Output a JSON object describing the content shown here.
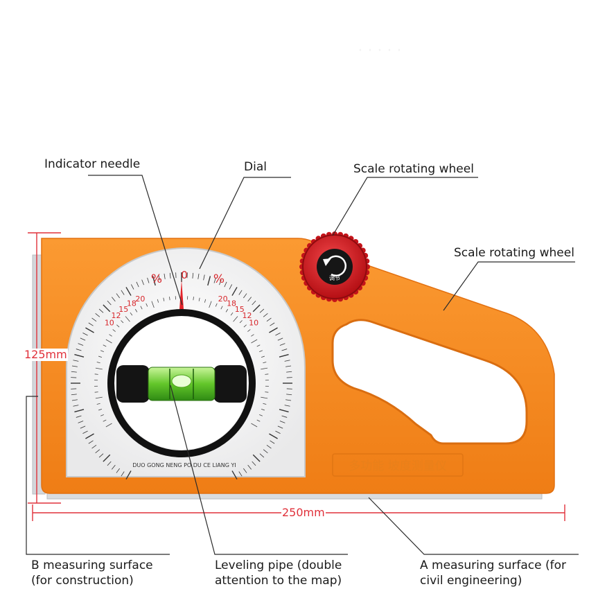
{
  "callouts": {
    "indicator_needle": "Indicator needle",
    "dial": "Dial",
    "scale_wheel_top": "Scale rotating wheel",
    "scale_wheel_right": "Scale rotating wheel",
    "b_surface_line1": "B measuring surface",
    "b_surface_line2": "(for construction)",
    "leveling_line1": "Leveling pipe (double",
    "leveling_line2": "attention to the map)",
    "a_surface_line1": "A measuring surface (for",
    "a_surface_line2": "civil engineering)"
  },
  "dimensions": {
    "height": "125mm",
    "width": "250mm"
  },
  "dial": {
    "zero": "0",
    "percent_symbol": "%",
    "percent_left": [
      "10",
      "12",
      "15",
      "18",
      "20"
    ],
    "percent_right": [
      "20",
      "18",
      "15",
      "12",
      "10"
    ],
    "inscription": "DUO GONG NENG PO DU CE LIANG YI"
  },
  "knob": {
    "label": "调节"
  },
  "body_text": {
    "chinese": "多功能 坡度测量仪"
  },
  "colors": {
    "body_orange": "#f5891f",
    "knob_red": "#d8181c",
    "dimension_red": "#e0303a",
    "bubble_green": "#7ee035"
  }
}
